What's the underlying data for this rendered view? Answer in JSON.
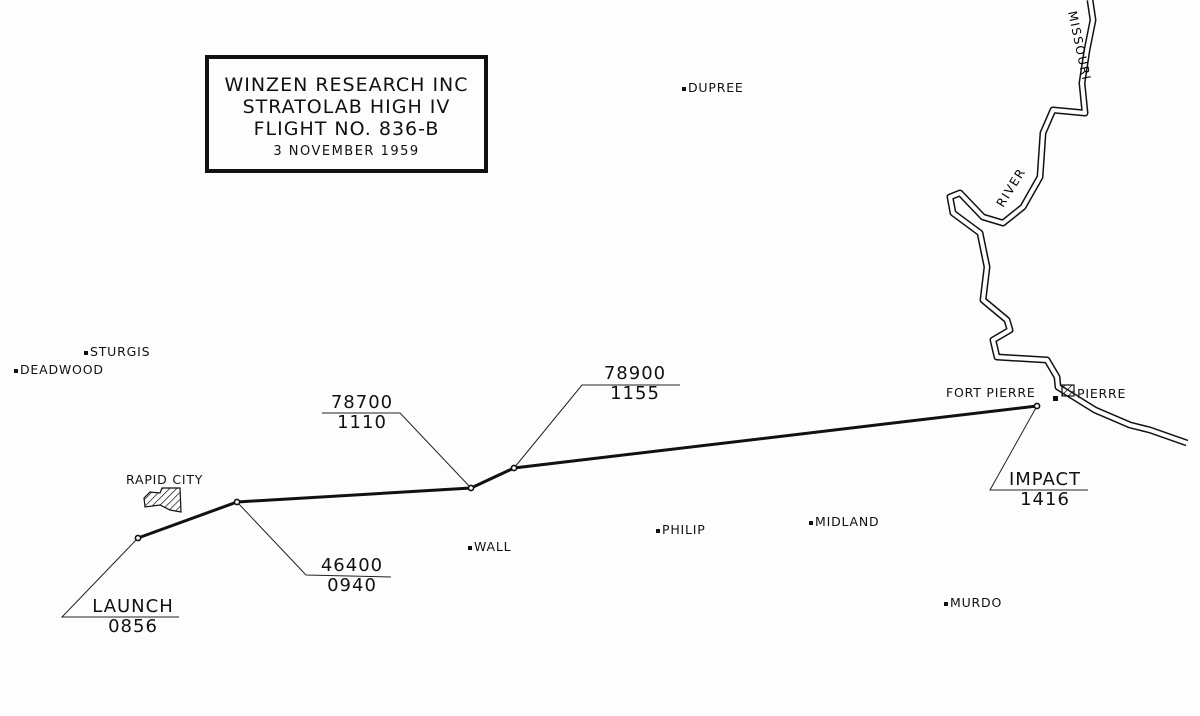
{
  "title_block": {
    "line1": "WINZEN RESEARCH INC",
    "line2": "STRATOLAB HIGH IV",
    "line3": "FLIGHT NO. 836-B",
    "line4": "3 NOVEMBER 1959"
  },
  "river": {
    "word1": "MISSOURI",
    "word2": "RIVER"
  },
  "towns": {
    "dupree": "DUPREE",
    "sturgis": "STURGIS",
    "deadwood": "DEADWOOD",
    "rapid_city": "RAPID CITY",
    "wall": "WALL",
    "philip": "PHILIP",
    "midland": "MIDLAND",
    "murdo": "MURDO",
    "fort_pierre": "FORT PIERRE",
    "pierre": "PIERRE"
  },
  "track_points": [
    {
      "top": "LAUNCH",
      "bottom": "0856"
    },
    {
      "top": "46400",
      "bottom": "0940"
    },
    {
      "top": "78700",
      "bottom": "1110"
    },
    {
      "top": "78900",
      "bottom": "1155"
    },
    {
      "top": "IMPACT",
      "bottom": "1416"
    }
  ]
}
